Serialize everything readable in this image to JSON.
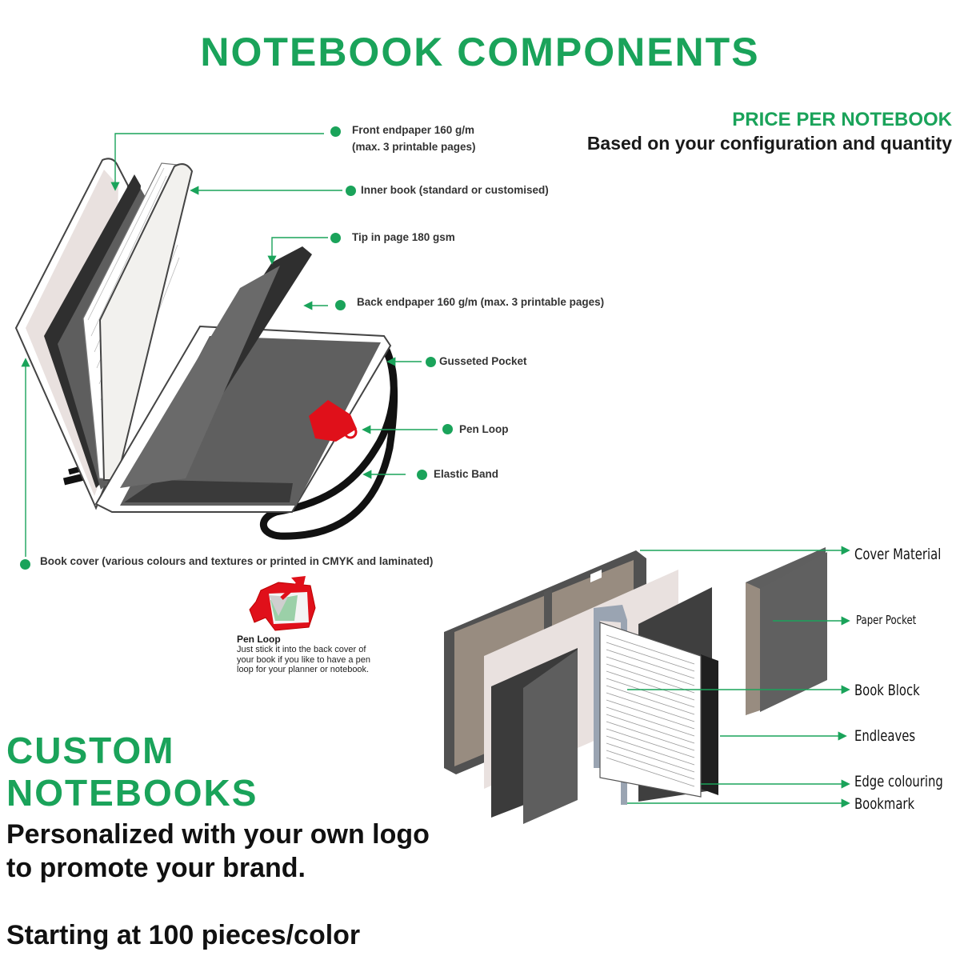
{
  "header": {
    "title": "NOTEBOOK COMPONENTS",
    "price_title": "PRICE PER NOTEBOOK",
    "price_subtitle": "Based on your configuration and quantity"
  },
  "components": {
    "front_endpaper": [
      "Front endpaper 160 g/m",
      "(max. 3 printable pages)"
    ],
    "inner_book": "Inner book (standard or customised)",
    "tip_in_page": "Tip in page 180 gsm",
    "back_endpaper": "Back endpaper 160 g/m (max. 3 printable pages)",
    "gusseted_pocket": "Gusseted Pocket",
    "pen_loop": "Pen Loop",
    "elastic_band": "Elastic Band",
    "book_cover": "Book cover (various colours and textures or printed in CMYK and laminated)"
  },
  "pen_loop_note": {
    "title": "Pen Loop",
    "description": "Just stick it into the back cover of your book if you like to have a pen loop for your planner or notebook."
  },
  "exploded_view": {
    "labels": [
      "Cover  Material",
      "Paper Pocket",
      "Book Block",
      "Endleaves",
      "Edge colouring",
      "Bookmark"
    ]
  },
  "promo": {
    "heading_line1": "CUSTOM",
    "heading_line2": "NOTEBOOKS",
    "tagline_line1": "Personalized with your own logo",
    "tagline_line2": "to promote your brand.",
    "starting": "Starting at 100 pieces/color"
  },
  "colors": {
    "accent_green": "#1aa35a",
    "dark_grey": "#3a3a3a",
    "mid_grey": "#5f5f5f",
    "taupe": "#968b80",
    "pen_loop_red": "#e0101a"
  }
}
